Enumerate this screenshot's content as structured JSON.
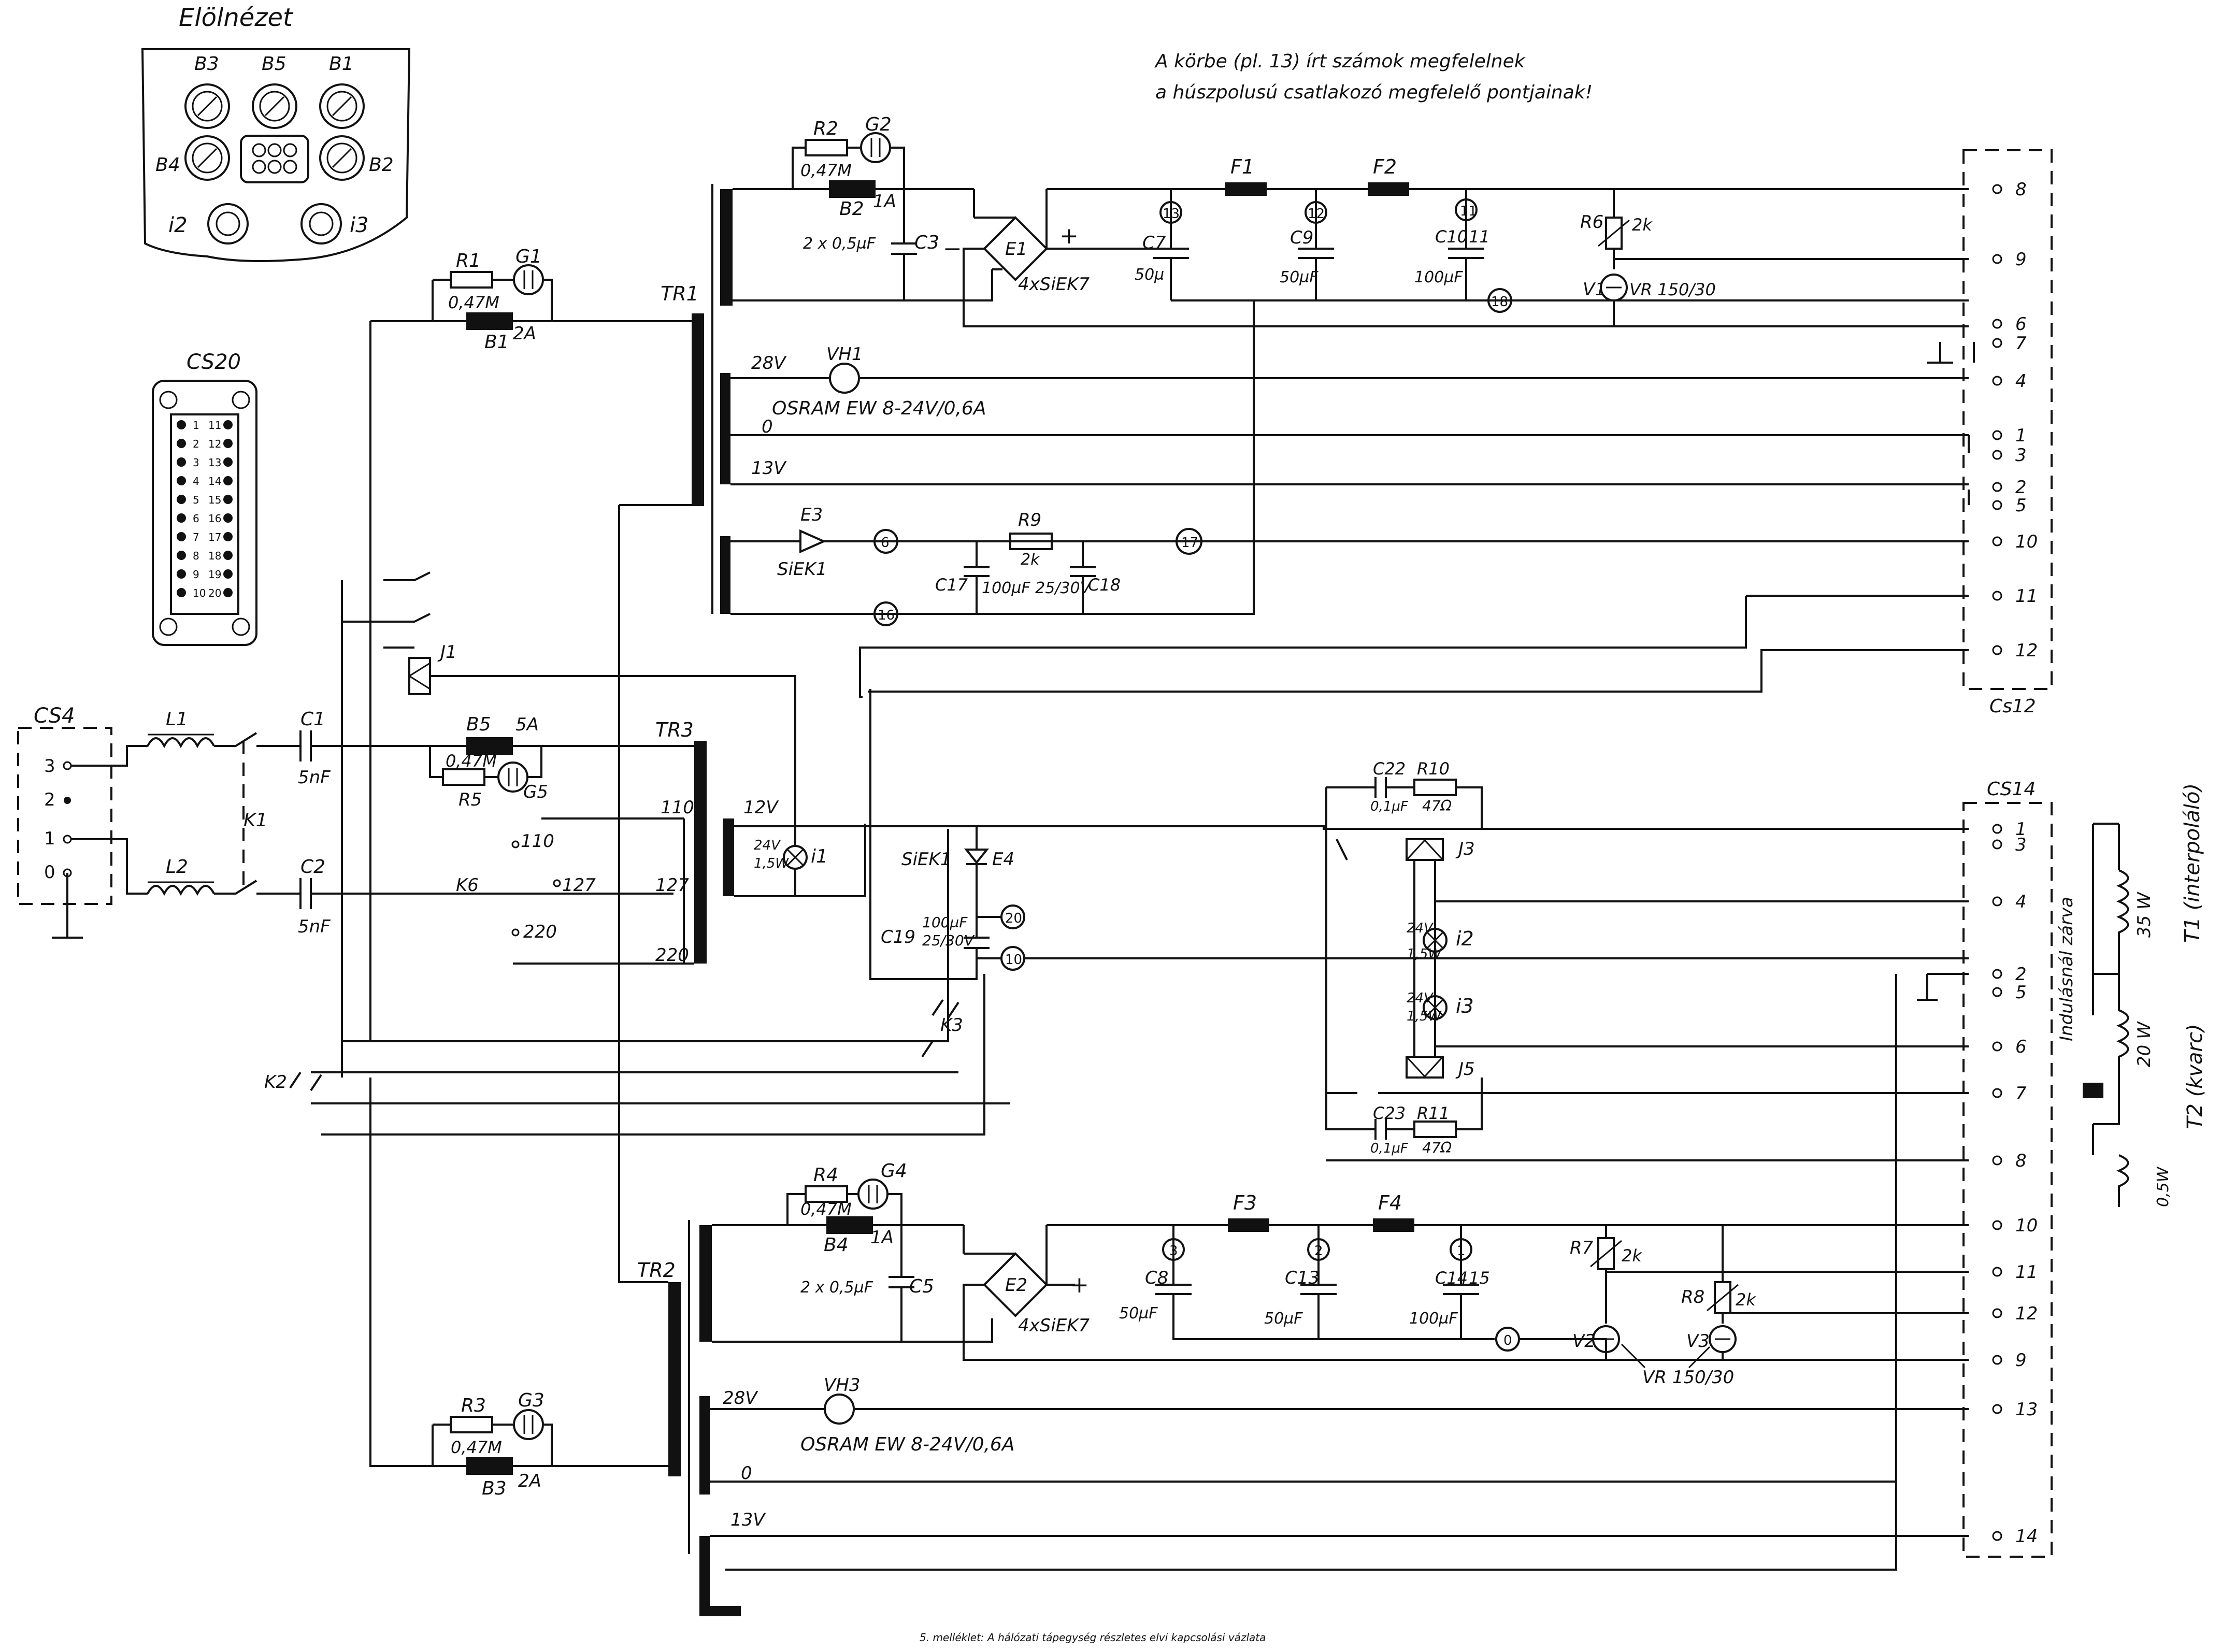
{
  "note": {
    "line1": "A körbe (pl. 13) írt számok megfelelnek",
    "line2": "a húszpolusú csatlakozó megfelelő pontjainak!"
  },
  "caption": "5. melléklet: A hálózati tápegység részletes elvi kapcsolási vázlata",
  "front_view": {
    "title": "Elölnézet",
    "labels": [
      "B3",
      "B5",
      "B1",
      "B4",
      "B2",
      "i2",
      "i3"
    ]
  },
  "cs20": {
    "label": "CS20",
    "pins_left": [
      "1",
      "2",
      "3",
      "4",
      "5",
      "6",
      "7",
      "8",
      "9",
      "10"
    ],
    "pins_right": [
      "11",
      "12",
      "13",
      "14",
      "15",
      "16",
      "17",
      "18",
      "19",
      "20"
    ]
  },
  "connectors": {
    "cs4": {
      "label": "CS4",
      "pins": [
        "3",
        "2",
        "1",
        "0"
      ]
    },
    "cs12": {
      "label": "Cs12",
      "pins": [
        "8",
        "9",
        "6",
        "7",
        "4",
        "1",
        "3",
        "2",
        "5",
        "10",
        "11",
        "12"
      ]
    },
    "cs14": {
      "label": "CS14",
      "pins": [
        "1",
        "3",
        "4",
        "2",
        "5",
        "6",
        "7",
        "8",
        "10",
        "11",
        "12",
        "9",
        "13",
        "14"
      ]
    }
  },
  "transformers": [
    "TR1",
    "TR2",
    "TR3"
  ],
  "components": {
    "L1": "L1",
    "L2": "L2",
    "C1": "C1",
    "C1v": "5nF",
    "C2": "C2",
    "C2v": "5nF",
    "K1": "K1",
    "K2": "K2",
    "K3": "K3",
    "K6": "K6",
    "R1": "R1",
    "R1v": "0,47M",
    "G1": "G1",
    "B1": "B1",
    "B1v": "2A",
    "R2": "R2",
    "R2v": "0,47M",
    "G2": "G2",
    "B2": "B2",
    "B2v": "1A",
    "R3": "R3",
    "R3v": "0,47M",
    "G3": "G3",
    "B3": "B3",
    "B3v": "2A",
    "R4": "R4",
    "R4v": "0,47M",
    "G4": "G4",
    "B4": "B4",
    "B4v": "1A",
    "R5": "R5",
    "R5v": "0,47M",
    "G5": "G5",
    "B5": "B5",
    "B5v": "5A",
    "C3": "C3",
    "C3v": "2 x 0,5µF",
    "C5": "C5",
    "C5v": "2 x 0,5µF",
    "E1": "E1",
    "E1v": "4xSiEK7",
    "E2": "E2",
    "E2v": "4xSiEK7",
    "F1": "F1",
    "F2": "F2",
    "F3": "F3",
    "F4": "F4",
    "C7": "C7",
    "C7v": "50µ",
    "C9": "C9",
    "C9v": "50µF",
    "C10": "C10",
    "C11": "11",
    "C10v": "100µF",
    "C8": "C8",
    "C8v": "50µF",
    "C13": "C13",
    "C13v": "50µF",
    "C14": "C14",
    "C15": "15",
    "C14v": "100µF",
    "R6": "R6",
    "R6v": "2k",
    "V1": "V1",
    "V1v": "VR 150/30",
    "R7": "R7",
    "R7v": "2k",
    "R8": "R8",
    "R8v": "2k",
    "V2": "V2",
    "V3": "V3",
    "V23v": "VR 150/30",
    "VH1": "VH1",
    "VH3": "VH3",
    "osram": "OSRAM    EW   8-24V/0,6A",
    "v28": "28V",
    "v0": "0",
    "v13": "13V",
    "v12": "12V",
    "E3": "E3",
    "E3v": "SiEK1",
    "R9": "R9",
    "R9v": "2k",
    "C17": "C17",
    "C17v": "100µF 25/30V",
    "C18": "C18",
    "E4": "E4",
    "E4v": "SiEK1",
    "C19": "C19",
    "C19v1": "100µF",
    "C19v2": "25/30V",
    "i1": "i1",
    "i2": "i2",
    "i3": "i3",
    "lampv1": "24V",
    "lampv2": "1,5W",
    "J1": "J1",
    "J3": "J3",
    "J5": "J5",
    "C22": "C22",
    "C22v": "0,1µF",
    "R10": "R10",
    "R10v": "47Ω",
    "C23": "C23",
    "C23v": "0,1µF",
    "R11": "R11",
    "R11v": "47Ω",
    "tap110": "110",
    "tap127": "127",
    "tap220": "220",
    "T1": "T1 (interpoláló)",
    "T1w": "35 W",
    "T2": "T2 (kvarc)",
    "T2w": "20 W",
    "T2b": "0,5W",
    "ind": "Indulásnál zárva"
  },
  "node_numbers": [
    "13",
    "12",
    "11",
    "18",
    "6",
    "17",
    "16",
    "20",
    "10",
    "3",
    "2",
    "1",
    "0"
  ]
}
